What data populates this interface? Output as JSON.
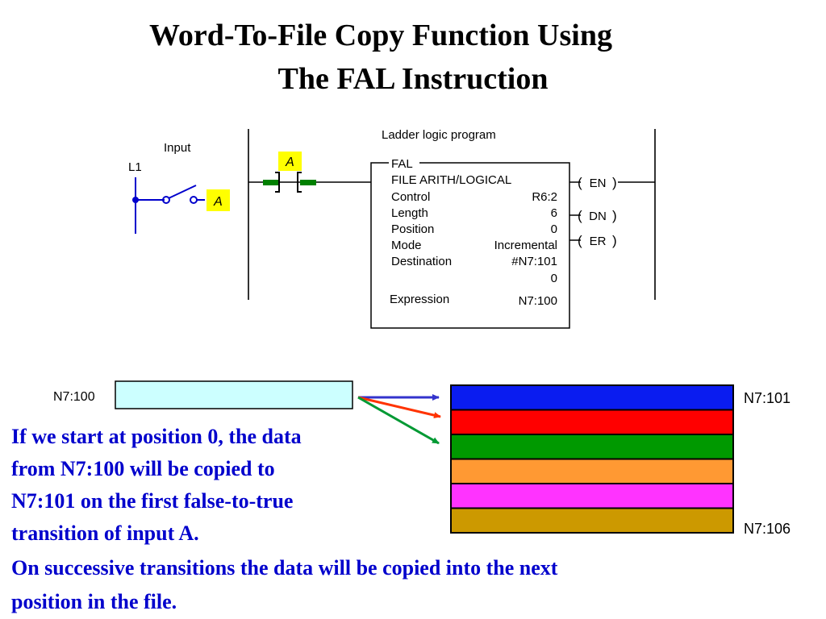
{
  "title": {
    "line1": "Word-To-File Copy Function Using",
    "line2": "The FAL Instruction"
  },
  "ladder": {
    "program_label": "Ladder logic program",
    "input_label": "Input",
    "rail_label": "L1",
    "switch_tag": "A",
    "contact_tag": "A",
    "block": {
      "name": "FAL",
      "subtitle": "FILE ARITH/LOGICAL",
      "fields": [
        {
          "label": "Control",
          "value": "R6:2"
        },
        {
          "label": "Length",
          "value": "6"
        },
        {
          "label": "Position",
          "value": "0"
        },
        {
          "label": "Mode",
          "value": "Incremental"
        },
        {
          "label": "Destination",
          "value": "#N7:101"
        }
      ],
      "destination_value": "0",
      "expression_label": "Expression",
      "expression_value": "N7:100"
    },
    "outputs": [
      "EN",
      "DN",
      "ER"
    ]
  },
  "file_diagram": {
    "source_label": "N7:100",
    "dest_first_label": "N7:101",
    "dest_last_label": "N7:106",
    "source_color": "#ccffff",
    "dest_colors": [
      "#0a1cf0",
      "#ff0000",
      "#009900",
      "#ff9933",
      "#ff33ff",
      "#cc9900"
    ],
    "arrow_colors": [
      "#3333cc",
      "#ff3300",
      "#009933"
    ]
  },
  "text": {
    "para1": [
      "If we start at position 0, the data",
      "from N7:100 will be copied to",
      "N7:101 on the first false-to-true",
      "transition of input A."
    ],
    "para2": [
      "On successive transitions the data will be copied into the next",
      "position in the file."
    ]
  },
  "colors": {
    "body_text": "#0000cc",
    "tag_highlight": "#ffff00",
    "contact_green": "#008000",
    "wire_blue": "#0000cc"
  }
}
